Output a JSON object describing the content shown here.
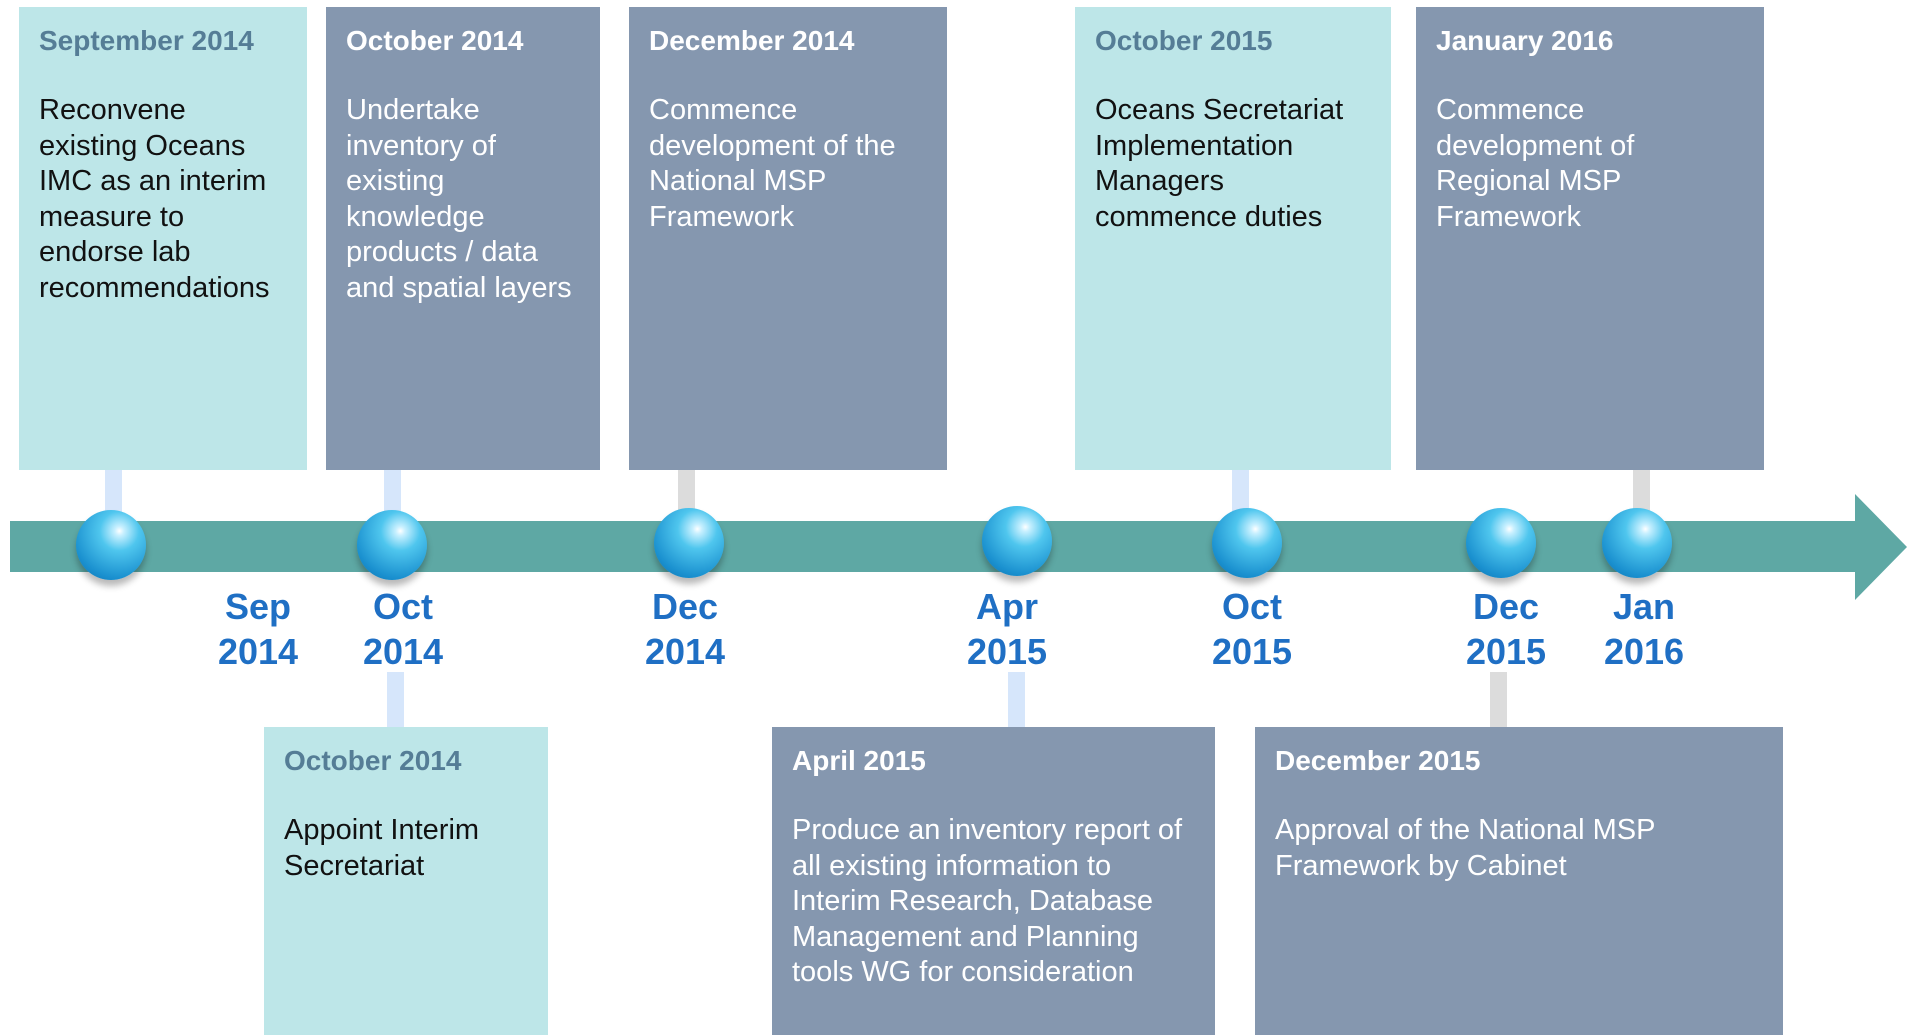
{
  "colors": {
    "axis": "#5ea8a4",
    "card_light": "#bde6e8",
    "card_dark": "#8597af",
    "date_label": "#1f6fc4",
    "connector_blue": "#d6e6fb",
    "connector_gray": "#dcdcdc"
  },
  "top_events": [
    {
      "title": "September 2014",
      "body": "Reconvene existing Oceans IMC as an interim measure to endorse lab recommendations"
    },
    {
      "title": "October 2014",
      "body": "Undertake inventory of existing knowledge products / data and spatial layers"
    },
    {
      "title": "December 2014",
      "body": "Commence development of the National MSP Framework"
    },
    {
      "title": "October 2015",
      "body": "Oceans Secretariat Implementation Managers commence duties"
    },
    {
      "title": "January 2016",
      "body": "Commence development of Regional MSP Framework"
    }
  ],
  "bottom_events": [
    {
      "title": "October 2014",
      "body": "Appoint Interim Secretariat"
    },
    {
      "title": "April 2015",
      "body": "Produce an inventory report of all existing information to Interim Research, Database Management and Planning tools WG for consideration"
    },
    {
      "title": "December 2015",
      "body": "Approval of the National MSP Framework by Cabinet"
    }
  ],
  "timeline_labels": [
    {
      "month": "Sep",
      "year": "2014"
    },
    {
      "month": "Oct",
      "year": "2014"
    },
    {
      "month": "Dec",
      "year": "2014"
    },
    {
      "month": "Apr",
      "year": "2015"
    },
    {
      "month": "Oct",
      "year": "2015"
    },
    {
      "month": "Dec",
      "year": "2015"
    },
    {
      "month": "Jan",
      "year": "2016"
    }
  ]
}
